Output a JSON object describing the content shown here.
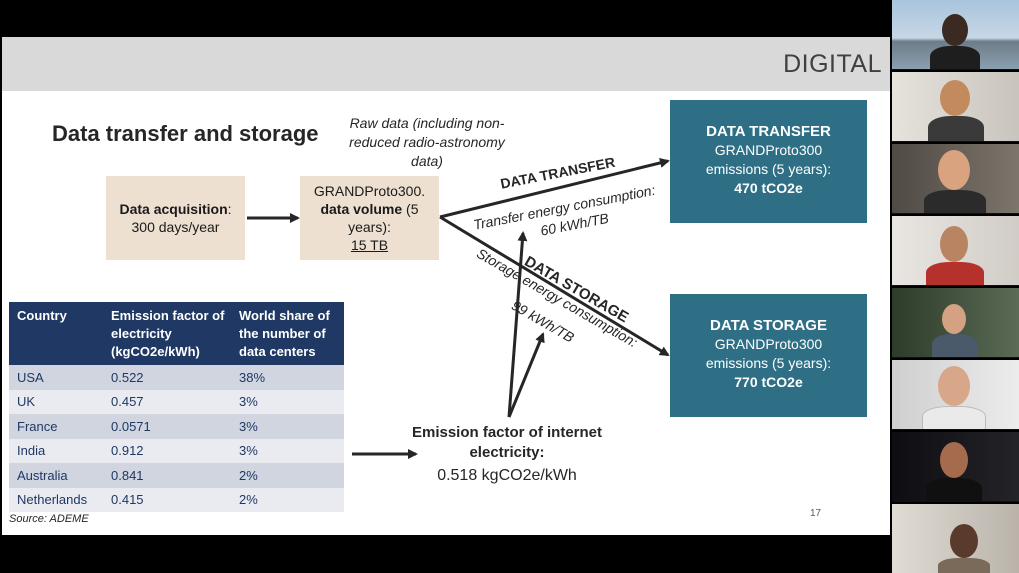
{
  "slide": {
    "header": "DIGITAL",
    "title": "Data transfer and storage",
    "raw_note": "Raw data (including non-reduced radio-astronomy data)",
    "acquisition": {
      "label": "Data acquisition",
      "rest": ":",
      "detail": "300 days/year"
    },
    "volume": {
      "line1": "GRANDProto300.",
      "bold": "data volume",
      "paren": " (5",
      "line3": "years):",
      "value": "15 TB"
    },
    "transfer_label": "DATA TRANSFER",
    "transfer_energy": "Transfer energy consumption:",
    "transfer_energy_value": "60 kWh/TB",
    "storage_label": "DATA STORAGE",
    "storage_energy": "Storage energy consumption:",
    "storage_energy_value": "99 kWh/TB",
    "transfer_box": {
      "title": "DATA TRANSFER",
      "line1": "GRANDProto300",
      "line2": "emissions (5 years):",
      "value": "470 tCO2e"
    },
    "storage_box": {
      "title": "DATA STORAGE",
      "line1": "GRANDProto300",
      "line2": "emissions (5 years):",
      "value": "770 tCO2e"
    },
    "emission_factor": {
      "title": "Emission factor of internet electricity:",
      "value": "0.518 kgCO2e/kWh"
    },
    "table": {
      "headers": [
        "Country",
        "Emission factor of electricity (kgCO2e/kWh)",
        "World share of the number of data centers"
      ],
      "rows": [
        [
          "USA",
          "0.522",
          "38%"
        ],
        [
          "UK",
          "0.457",
          "3%"
        ],
        [
          "France",
          "0.0571",
          "3%"
        ],
        [
          "India",
          "0.912",
          "3%"
        ],
        [
          "Australia",
          "0.841",
          "2%"
        ],
        [
          "Netherlands",
          "0.415",
          "2%"
        ]
      ]
    },
    "source": "Source: ADEME",
    "page_number": "17"
  },
  "colors": {
    "teal": "#2e6f86",
    "beige": "#ede0d1",
    "navy": "#1f3864",
    "header_gray": "#d9d9d9"
  }
}
